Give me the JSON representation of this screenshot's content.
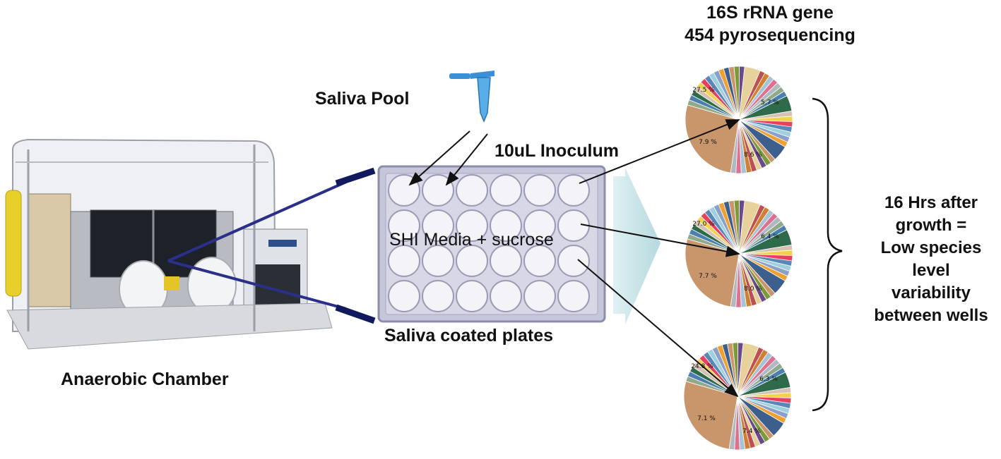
{
  "labels": {
    "chamber": "Anaerobic Chamber",
    "saliva_pool": "Saliva Pool",
    "inoculum": "10uL Inoculum",
    "media": "SHI Media + sucrose",
    "coated_plates": "Saliva coated plates",
    "sequencing_line1": "16S rRNA gene",
    "sequencing_line2": "454 pyrosequencing",
    "result_line1": "16 Hrs after",
    "result_line2": "growth =",
    "result_line3": "Low species",
    "result_line4": "level",
    "result_line5": "variability",
    "result_line6": "between wells"
  },
  "pies": [
    {
      "labels": [
        "27.5 %",
        "5.7 %",
        "7.9 %",
        "8.6 %"
      ]
    },
    {
      "labels": [
        "27.0 %",
        "6.4 %",
        "7.7 %",
        "8.0 %"
      ]
    },
    {
      "labels": [
        "24.8 %",
        "6.3 %",
        "7.1 %",
        "7.4 %"
      ]
    }
  ],
  "colors": {
    "pie_major": "#c9956b",
    "pie_blue": "#5b86b8",
    "pie_navy": "#3c5f8d",
    "arrow_band": "#a9d4db",
    "chamber_line": "#2a2f8a"
  }
}
